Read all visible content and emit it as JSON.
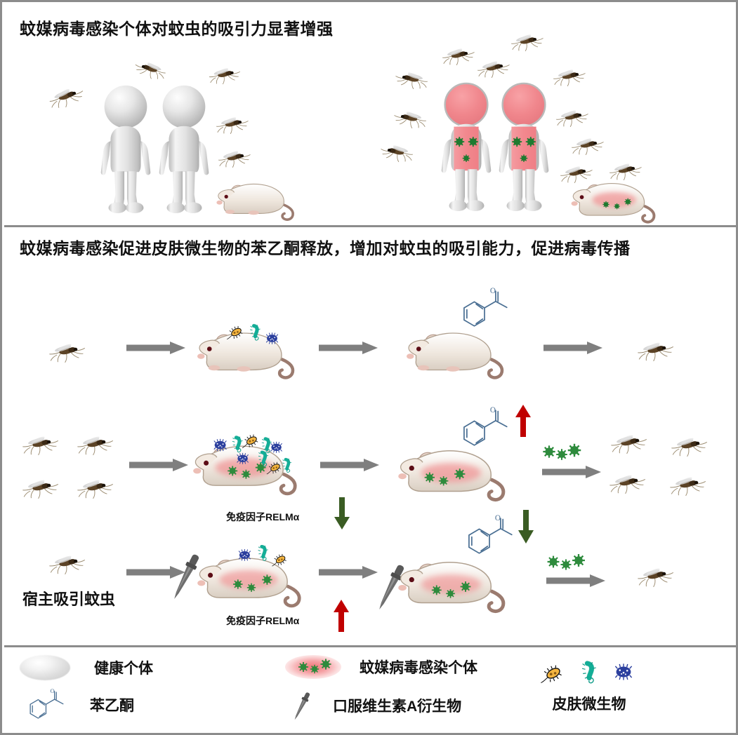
{
  "figure": {
    "kind": "graphical-abstract",
    "panels": [
      {
        "id": "top",
        "title": "蚊媒病毒感染个体对蚊虫的吸引力显著增强"
      },
      {
        "id": "middle",
        "title": "蚊媒病毒感染促进皮肤微生物的苯乙酮释放，增加对蚊虫的吸引能力，促进病毒传播"
      }
    ]
  },
  "panel_top": {
    "title": "蚊媒病毒感染个体对蚊虫的吸引力显著增强",
    "left_group": {
      "state": "healthy",
      "humans": 2,
      "mice": 1,
      "mosquitoes": 5
    },
    "right_group": {
      "state": "infected",
      "humans": 2,
      "mice": 1,
      "mosquitoes": 10
    }
  },
  "panel_middle": {
    "title": "蚊媒病毒感染促进皮肤微生物的苯乙酮释放，增加对蚊虫的吸引能力，促进病毒传播",
    "host_label": "宿主吸引蚊虫",
    "rows": [
      {
        "id": "row-healthy",
        "mosquitoes_in": 1,
        "mouse_state": "healthy",
        "bacteria": [
          "rod-yellow",
          "curved-teal",
          "round-blue"
        ],
        "acetophenone": true,
        "acetophenone_trend": "none",
        "virus_release": false,
        "mosquitoes_out": 1,
        "relm_label": "",
        "relm_trend": "none"
      },
      {
        "id": "row-infected",
        "mosquitoes_in": 4,
        "mouse_state": "infected",
        "bacteria": [
          "round-blue",
          "curved-teal",
          "rod-yellow",
          "curved-teal",
          "round-blue",
          "round-blue",
          "curved-teal",
          "rod-yellow"
        ],
        "acetophenone": true,
        "acetophenone_trend": "up",
        "virus_release": true,
        "mosquitoes_out": 4,
        "relm_label": "免疫因子RELMα",
        "relm_trend": "down"
      },
      {
        "id": "row-treated",
        "mosquitoes_in": 1,
        "mouse_state": "infected-treated",
        "treatment": "dropper",
        "bacteria": [
          "round-blue",
          "curved-teal",
          "rod-yellow"
        ],
        "acetophenone": true,
        "acetophenone_trend": "down",
        "virus_release": true,
        "mosquitoes_out": 1,
        "relm_label": "免疫因子RELMα",
        "relm_trend": "up"
      }
    ]
  },
  "legend": {
    "items": [
      {
        "icon": "healthy-blob-icon",
        "label": "健康个体"
      },
      {
        "icon": "acetophenone-icon",
        "label": "苯乙酮"
      },
      {
        "icon": "infected-blob-icon",
        "label": "蚊媒病毒感染个体"
      },
      {
        "icon": "dropper-icon",
        "label": "口服维生素A衍生物"
      },
      {
        "icon": "bacteria-icon",
        "label": "皮肤微生物"
      }
    ]
  },
  "colors": {
    "border": "#8c8c8c",
    "text": "#111111",
    "arrow_gray": "#7f7f7f",
    "arrow_red": "#c00000",
    "arrow_green": "#3a5c23",
    "virus_green": "#2e8b3d",
    "infection_pink": "#f0787d",
    "molecule_blue": "#4a6f93",
    "bacteria_yellow": "#f2b33d",
    "bacteria_teal": "#17bfa8",
    "bacteria_blue": "#2b3f9e",
    "mouse_body": "#d8cec4",
    "mouse_tail": "#9b7b6f"
  }
}
